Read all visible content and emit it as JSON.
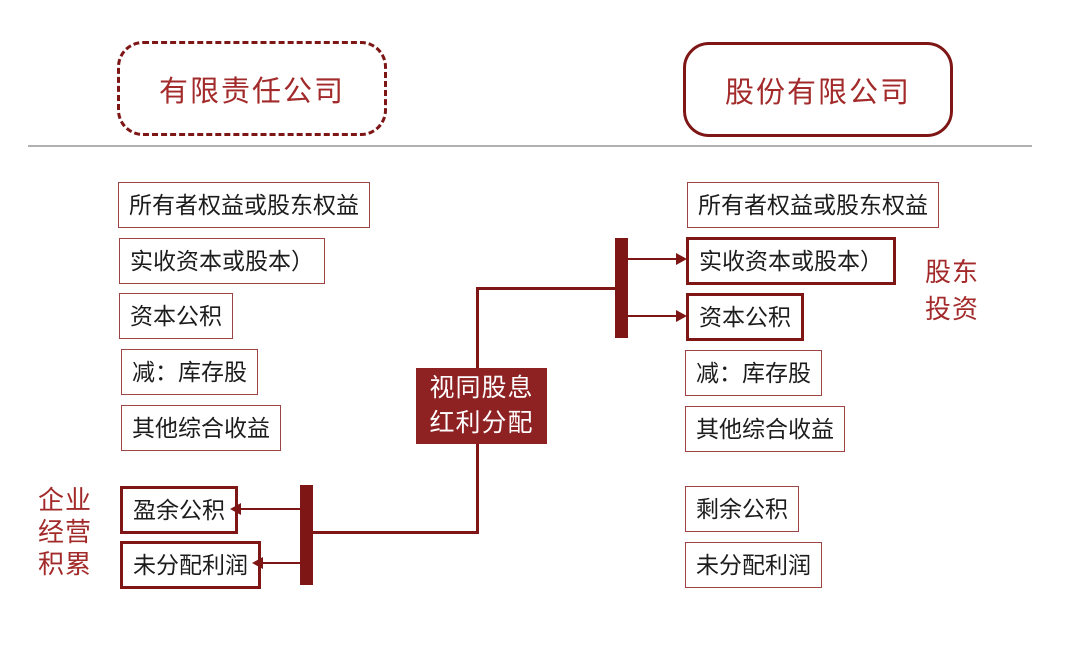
{
  "colors": {
    "line_red": "#7E1616",
    "title_red": "#A32A2A",
    "thin_border_red": "#9D4444",
    "center_fill_red": "#8E2121",
    "text_black": "#1C1C1C",
    "divider_gray": "#B0B0B0",
    "background": "#FFFFFF"
  },
  "left_panel": {
    "title": "有限责任公司",
    "items": [
      {
        "label": "所有者权益或股东权益",
        "emphasis": false
      },
      {
        "label": "实收资本或股本）",
        "emphasis": false
      },
      {
        "label": "资本公积",
        "emphasis": false
      },
      {
        "label": "减：库存股",
        "emphasis": false
      },
      {
        "label": "其他综合收益",
        "emphasis": false
      },
      {
        "label": "盈余公积",
        "emphasis": true
      },
      {
        "label": "未分配利润",
        "emphasis": true
      }
    ],
    "side_label_lines": [
      "企业",
      "经营",
      "积累"
    ]
  },
  "center_node": {
    "lines": [
      "视同股息",
      "红利分配"
    ]
  },
  "right_panel": {
    "title": "股份有限公司",
    "items": [
      {
        "label": "所有者权益或股东权益",
        "emphasis": false
      },
      {
        "label": "实收资本或股本）",
        "emphasis": true
      },
      {
        "label": "资本公积",
        "emphasis": true
      },
      {
        "label": "减：库存股",
        "emphasis": false
      },
      {
        "label": "其他综合收益",
        "emphasis": false
      },
      {
        "label": "剩余公积",
        "emphasis": false
      },
      {
        "label": "未分配利润",
        "emphasis": false
      }
    ],
    "side_label_lines": [
      "股东",
      "投资"
    ]
  }
}
